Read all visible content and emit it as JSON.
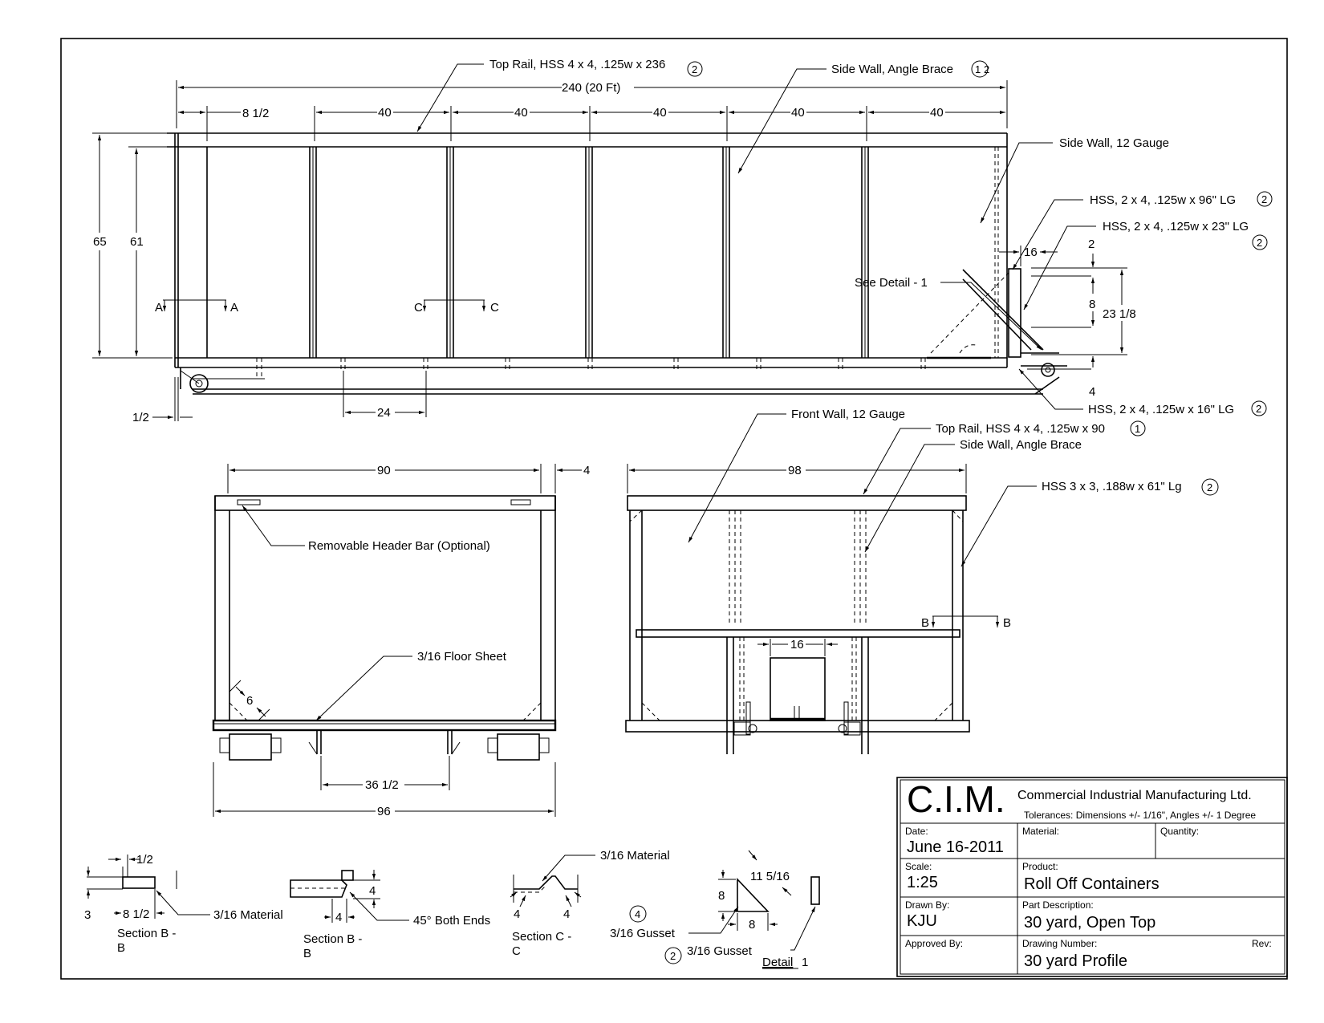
{
  "side_view": {
    "labels": {
      "top_rail": "Top Rail, HSS 4 x 4, .125w x 236",
      "side_wall_angle_brace": "Side Wall, Angle Brace",
      "side_wall_gauge": "Side Wall, 12 Gauge",
      "hss_96": "HSS, 2 x 4, .125w x 96\" LG",
      "hss_23": "HSS, 2 x 4, .125w x 23\" LG",
      "see_detail": "See Detail - 1",
      "hss_16": "HSS, 2 x 4, .125w x 16\" LG"
    },
    "circles": {
      "top_rail": "2",
      "angle_brace": "1",
      "angle_brace_b": "2",
      "hss_96": "2",
      "hss_23": "2",
      "hss_16": "2"
    },
    "dims": {
      "overall": "240  (20 Ft)",
      "first": "8 1/2",
      "spacing": [
        "40",
        "40",
        "40",
        "40",
        "40"
      ],
      "h_outer": "65",
      "h_inner": "61",
      "offset": "1/2",
      "bottom_spacing": "24",
      "hook_16": "16",
      "hook_2": "2",
      "hook_8": "8",
      "hook_23": "23 1/8",
      "hook_4": "4"
    },
    "section_marks": {
      "a1": "A",
      "a2": "A",
      "c1": "C",
      "c2": "C"
    }
  },
  "end_view": {
    "labels": {
      "header_bar": "Removable Header Bar (Optional)",
      "floor_sheet": "3/16 Floor Sheet"
    },
    "dims": {
      "width_90": "90",
      "right_4": "4",
      "diag_6": "6",
      "rail_spacing": "36 1/2",
      "width_96": "96"
    }
  },
  "front_view": {
    "labels": {
      "front_wall": "Front Wall, 12 Gauge",
      "top_rail": "Top Rail, HSS 4 x 4, .125w x 90",
      "side_wall_brace": "Side Wall, Angle Brace",
      "hss_3x3": "HSS 3 x 3, .188w x 61\" Lg"
    },
    "circles": {
      "top_rail": "1",
      "hss_3x3": "2"
    },
    "dims": {
      "width_98": "98",
      "hook_16": "16"
    },
    "section_marks": {
      "b1": "B",
      "b2": "B"
    }
  },
  "details": {
    "sec_b1": {
      "dim_half": "1/2",
      "dim_3": "3",
      "dim_8half": "8 1/2",
      "material": "3/16 Material",
      "title": "Section B -",
      "title2": "B"
    },
    "sec_b2": {
      "dim_4a": "4",
      "dim_4b": "4",
      "note": "45° Both Ends",
      "title": "Section B -",
      "title2": "B"
    },
    "sec_c": {
      "material": "3/16 Material",
      "dim_4a": "4",
      "dim_4b": "4",
      "title": "Section C -",
      "title2": "C"
    },
    "gusset": {
      "circle4": "4",
      "label4": "3/16 Gusset",
      "circle2": "2",
      "label2": "3/16 Gusset",
      "dim_8v": "8",
      "dim_11": "11 5/16",
      "dim_8h": "8",
      "detail": "Detail",
      "detail_num": "1"
    }
  },
  "title_block": {
    "logo": "C.I.M.",
    "company": "Commercial Industrial Manufacturing Ltd.",
    "tolerances": "Tolerances:  Dimensions +/- 1/16\", Angles +/- 1 Degree",
    "date_label": "Date:",
    "date": "June 16-2011",
    "material_label": "Material:",
    "quantity_label": "Quantity:",
    "scale_label": "Scale:",
    "scale": "1:25",
    "product_label": "Product:",
    "product": "Roll Off Containers",
    "drawn_label": "Drawn By:",
    "drawn": "KJU",
    "part_label": "Part Description:",
    "part": "30 yard, Open Top",
    "approved_label": "Approved By:",
    "drawing_label": "Drawing Number:",
    "drawing": "30 yard Profile",
    "rev_label": "Rev:"
  }
}
